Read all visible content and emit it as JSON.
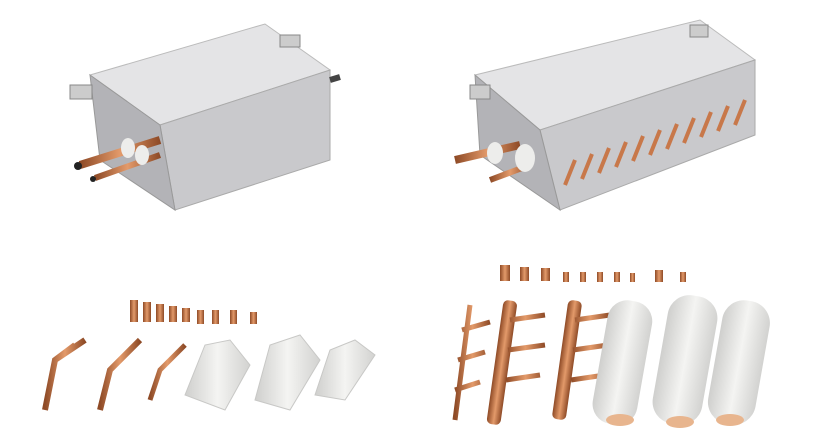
{
  "colors": {
    "background": "#ffffff",
    "box_top": "#e4e4e6",
    "box_front": "#c9c9cc",
    "box_side": "#b3b3b7",
    "copper": "#c8784a",
    "copper_dark": "#8e4a26",
    "insulation": "#e9e9e7"
  },
  "items": [
    {
      "name": "small-branch-box"
    },
    {
      "name": "large-branch-box"
    },
    {
      "name": "y-joint-kit"
    },
    {
      "name": "header-kit"
    }
  ]
}
